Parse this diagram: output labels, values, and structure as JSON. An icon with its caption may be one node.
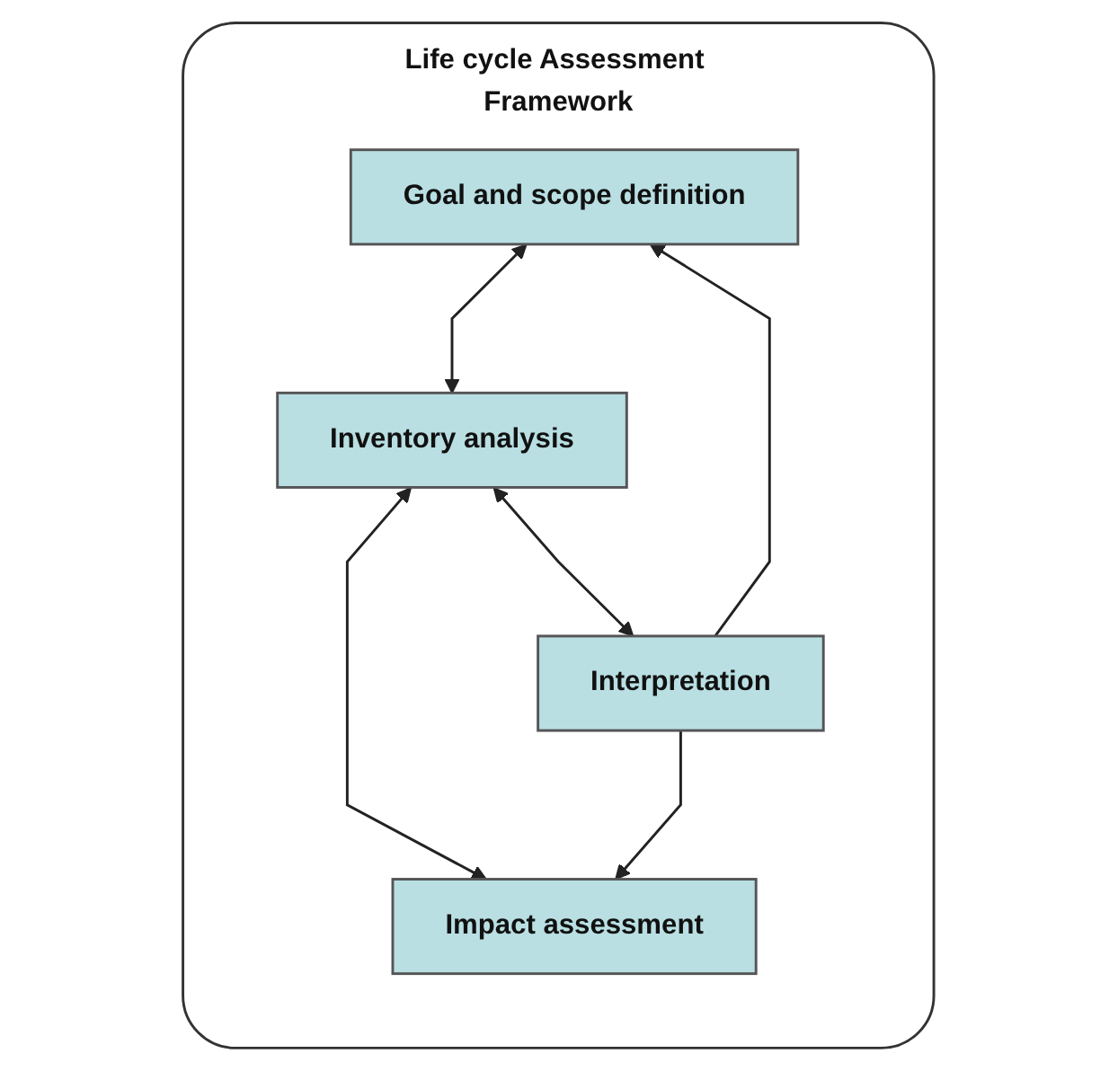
{
  "diagram": {
    "nodes": [
      {
        "text": [
          "Life cycle Assessment Framework"
        ]
      },
      {
        "text": [
          "Goal and scope definition"
        ],
        "in": 0
      },
      {
        "text": [
          "Inventory analysis"
        ],
        "in": 0
      },
      {
        "text": [
          "Impact assessment"
        ],
        "in": 0
      },
      {
        "text": [
          "Interpretation"
        ],
        "in": 0
      }
    ],
    "edges": [
      {
        "from": 1,
        "to": 2,
        "arrow": "both"
      },
      {
        "from": 2,
        "to": 3,
        "arrow": "both"
      },
      {
        "from": 2,
        "to": 4,
        "arrow": "both"
      },
      {
        "from": 4,
        "to": 1,
        "arrow": "to"
      },
      {
        "from": 4,
        "to": 3,
        "arrow": "to"
      }
    ]
  }
}
